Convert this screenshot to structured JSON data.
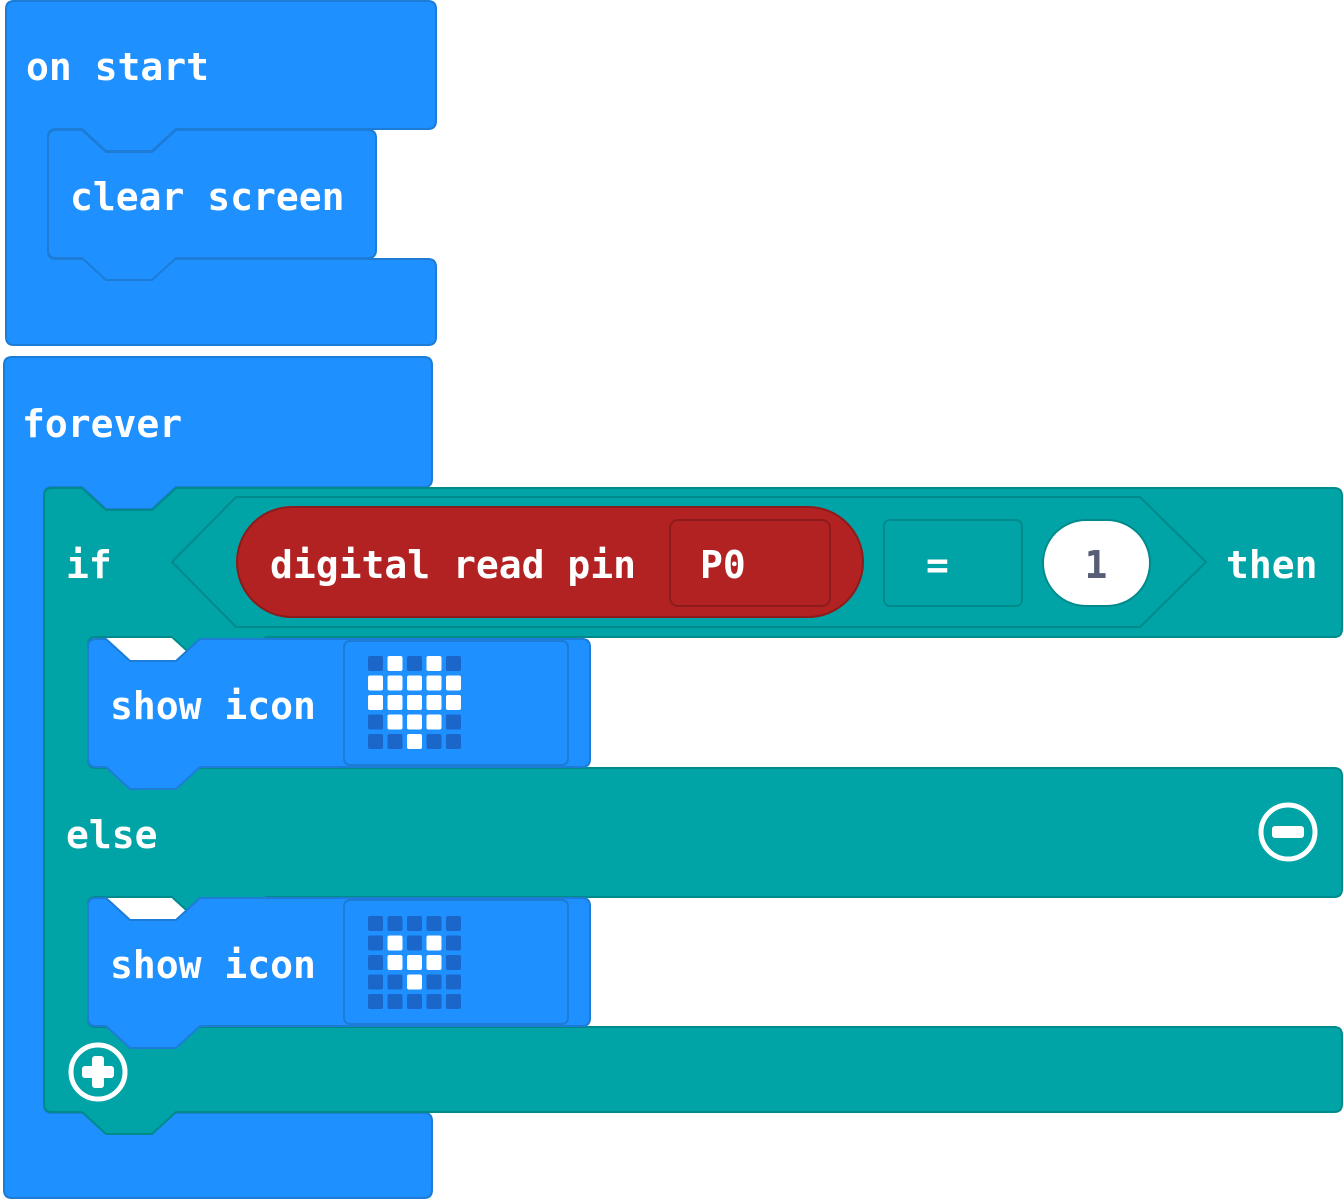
{
  "workspace": {
    "on_start": {
      "label": "on start",
      "statements": [
        {
          "label": "clear screen"
        }
      ]
    },
    "forever": {
      "label": "forever",
      "if_block": {
        "if_label": "if",
        "then_label": "then",
        "else_label": "else",
        "condition": {
          "reporter_label": "digital read pin",
          "pin_value": "P0",
          "operator": "=",
          "compare_value": "1"
        },
        "if_branch": {
          "label": "show icon",
          "icon_grid": [
            [
              0,
              1,
              0,
              1,
              0
            ],
            [
              1,
              1,
              1,
              1,
              1
            ],
            [
              1,
              1,
              1,
              1,
              1
            ],
            [
              0,
              1,
              1,
              1,
              0
            ],
            [
              0,
              0,
              1,
              0,
              0
            ]
          ]
        },
        "else_branch": {
          "label": "show icon",
          "icon_grid": [
            [
              0,
              0,
              0,
              0,
              0
            ],
            [
              0,
              1,
              0,
              1,
              0
            ],
            [
              0,
              1,
              1,
              1,
              0
            ],
            [
              0,
              0,
              1,
              0,
              0
            ],
            [
              0,
              0,
              0,
              0,
              0
            ]
          ]
        },
        "remove_else_icon": "minus-circle-icon",
        "add_else_icon": "plus-circle-icon"
      }
    }
  },
  "colors": {
    "basic_blue": "#1E90FF",
    "basic_blue_border": "#1C7CD6",
    "logic_teal": "#00A4A6",
    "logic_teal_border": "#008A8C",
    "pins_red": "#B22222",
    "pins_red_border": "#8E1B1B",
    "led_on": "#FFFFFF",
    "led_off": "#1B66C9",
    "value_text": "#575E75"
  }
}
